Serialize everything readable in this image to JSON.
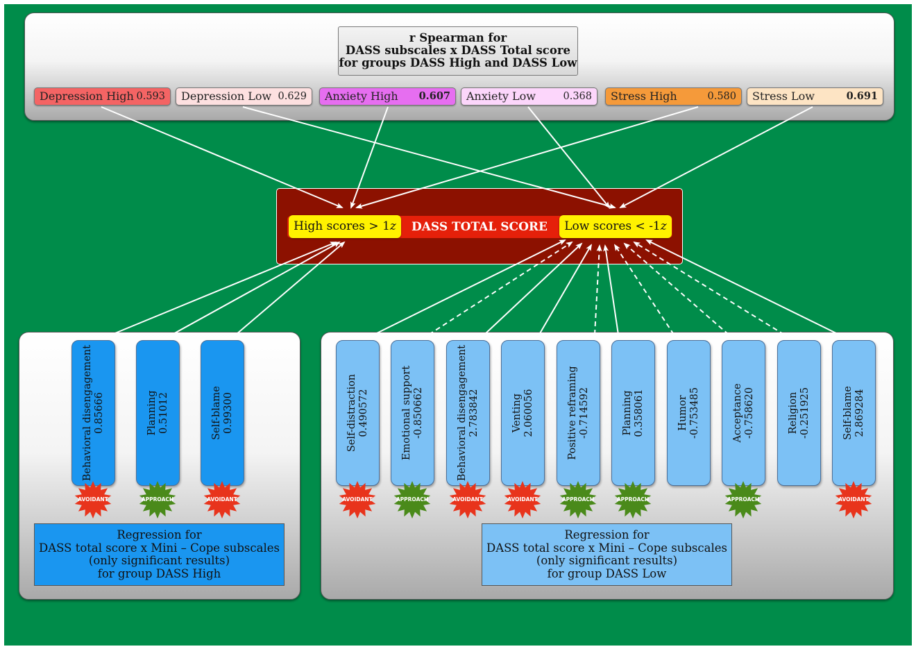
{
  "title": [
    "r Spearman for",
    "DASS subscales x DASS Total score",
    "for groups DASS High and DASS Low"
  ],
  "subscales": [
    {
      "name": "Depression High",
      "value": "0.593",
      "bold": false,
      "color": "#f46464"
    },
    {
      "name": "Depression Low",
      "value": "0.629",
      "bold": false,
      "color": "#fde0e0"
    },
    {
      "name": "Anxiety High",
      "value": "0.607",
      "bold": true,
      "color": "#e66ef0"
    },
    {
      "name": "Anxiety Low",
      "value": "0.368",
      "bold": false,
      "color": "#fcd6fb"
    },
    {
      "name": "Stress High",
      "value": "0.580",
      "bold": false,
      "color": "#f59a3a"
    },
    {
      "name": "Stress Low",
      "value": "0.691",
      "bold": true,
      "color": "#fde4c4"
    }
  ],
  "dass": {
    "center": "DASS TOTAL SCORE",
    "high_prefix": "High scores > 1",
    "low_prefix": "Low scores < -1",
    "z": "z"
  },
  "high_group": {
    "items": [
      {
        "name": "Behavioral disengagement",
        "value": "0.85666",
        "badge": "AVOIDANT"
      },
      {
        "name": "Planning",
        "value": "0.51012",
        "badge": "APPROACH"
      },
      {
        "name": "Self-blame",
        "value": "0.99300",
        "badge": "AVOIDANT"
      }
    ],
    "regression": [
      "Regression for",
      "DASS total score x Mini – Cope subscales",
      "(only significant results)",
      "for group DASS High"
    ]
  },
  "low_group": {
    "items": [
      {
        "name": "Self-distraction",
        "value": "0.490572",
        "badge": "AVOIDANT"
      },
      {
        "name": "Emotional support",
        "value": "-0.850662",
        "badge": "APPROACH"
      },
      {
        "name": "Behavioral disengagement",
        "value": "2.783842",
        "badge": "AVOIDANT"
      },
      {
        "name": "Venting",
        "value": "2.060056",
        "badge": "AVOIDANT"
      },
      {
        "name": "Positive reframing",
        "value": "-0.714592",
        "badge": "APPROACH"
      },
      {
        "name": "Planning",
        "value": "0.358061",
        "badge": "APPROACH"
      },
      {
        "name": "Humor",
        "value": "-0.753485",
        "badge": ""
      },
      {
        "name": "Acceptance",
        "value": "-0.758620",
        "badge": "APPROACH"
      },
      {
        "name": "Religion",
        "value": "-0.251925",
        "badge": ""
      },
      {
        "name": "Self-blame",
        "value": "2.869284",
        "badge": "AVOIDANT"
      }
    ],
    "regression": [
      "Regression for",
      "DASS total score x Mini – Cope subscales",
      "(only significant results)",
      "for group DASS Low"
    ]
  },
  "colors": {
    "background": "#008c4a",
    "avoidant": "#e8341c",
    "approach": "#4a8a1a",
    "dass_dark": "#8c1100",
    "dass_bar": "#e5200a",
    "highlight": "#fff200"
  }
}
